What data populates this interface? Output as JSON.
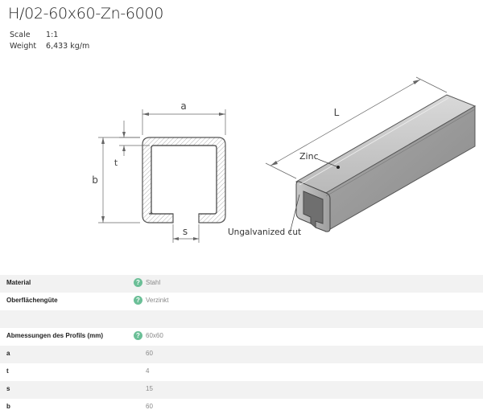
{
  "header": {
    "title": "H/02-60x60-Zn-6000",
    "scale_label": "Scale",
    "scale_value": "1:1",
    "weight_label": "Weight",
    "weight_value": "6,433 kg/m"
  },
  "drawing": {
    "dim_a": "a",
    "dim_b": "b",
    "dim_t": "t",
    "dim_s": "s",
    "dim_L": "L",
    "zinc_label": "Zinc",
    "cut_label": "Ungalvanized cut"
  },
  "properties": [
    {
      "label": "Material",
      "value": "Stahl",
      "help": true,
      "shaded": true,
      "help_icon": "question-icon"
    },
    {
      "label": "Oberflächengüte",
      "value": "Verzinkt",
      "help": true,
      "shaded": false,
      "help_icon": "question-icon"
    },
    {
      "label": "",
      "value": "",
      "help": false,
      "shaded": true
    },
    {
      "label": "Abmessungen des Profils (mm)",
      "value": "60x60",
      "help": true,
      "shaded": false,
      "help_icon": "question-icon"
    },
    {
      "label": "a",
      "value": "60",
      "help": false,
      "shaded": true
    },
    {
      "label": "t",
      "value": "4",
      "help": false,
      "shaded": false
    },
    {
      "label": "s",
      "value": "15",
      "help": false,
      "shaded": true
    },
    {
      "label": "b",
      "value": "60",
      "help": false,
      "shaded": false
    }
  ],
  "colors": {
    "help_icon": "#6bbf97",
    "row_shade": "#f2f2f2"
  }
}
